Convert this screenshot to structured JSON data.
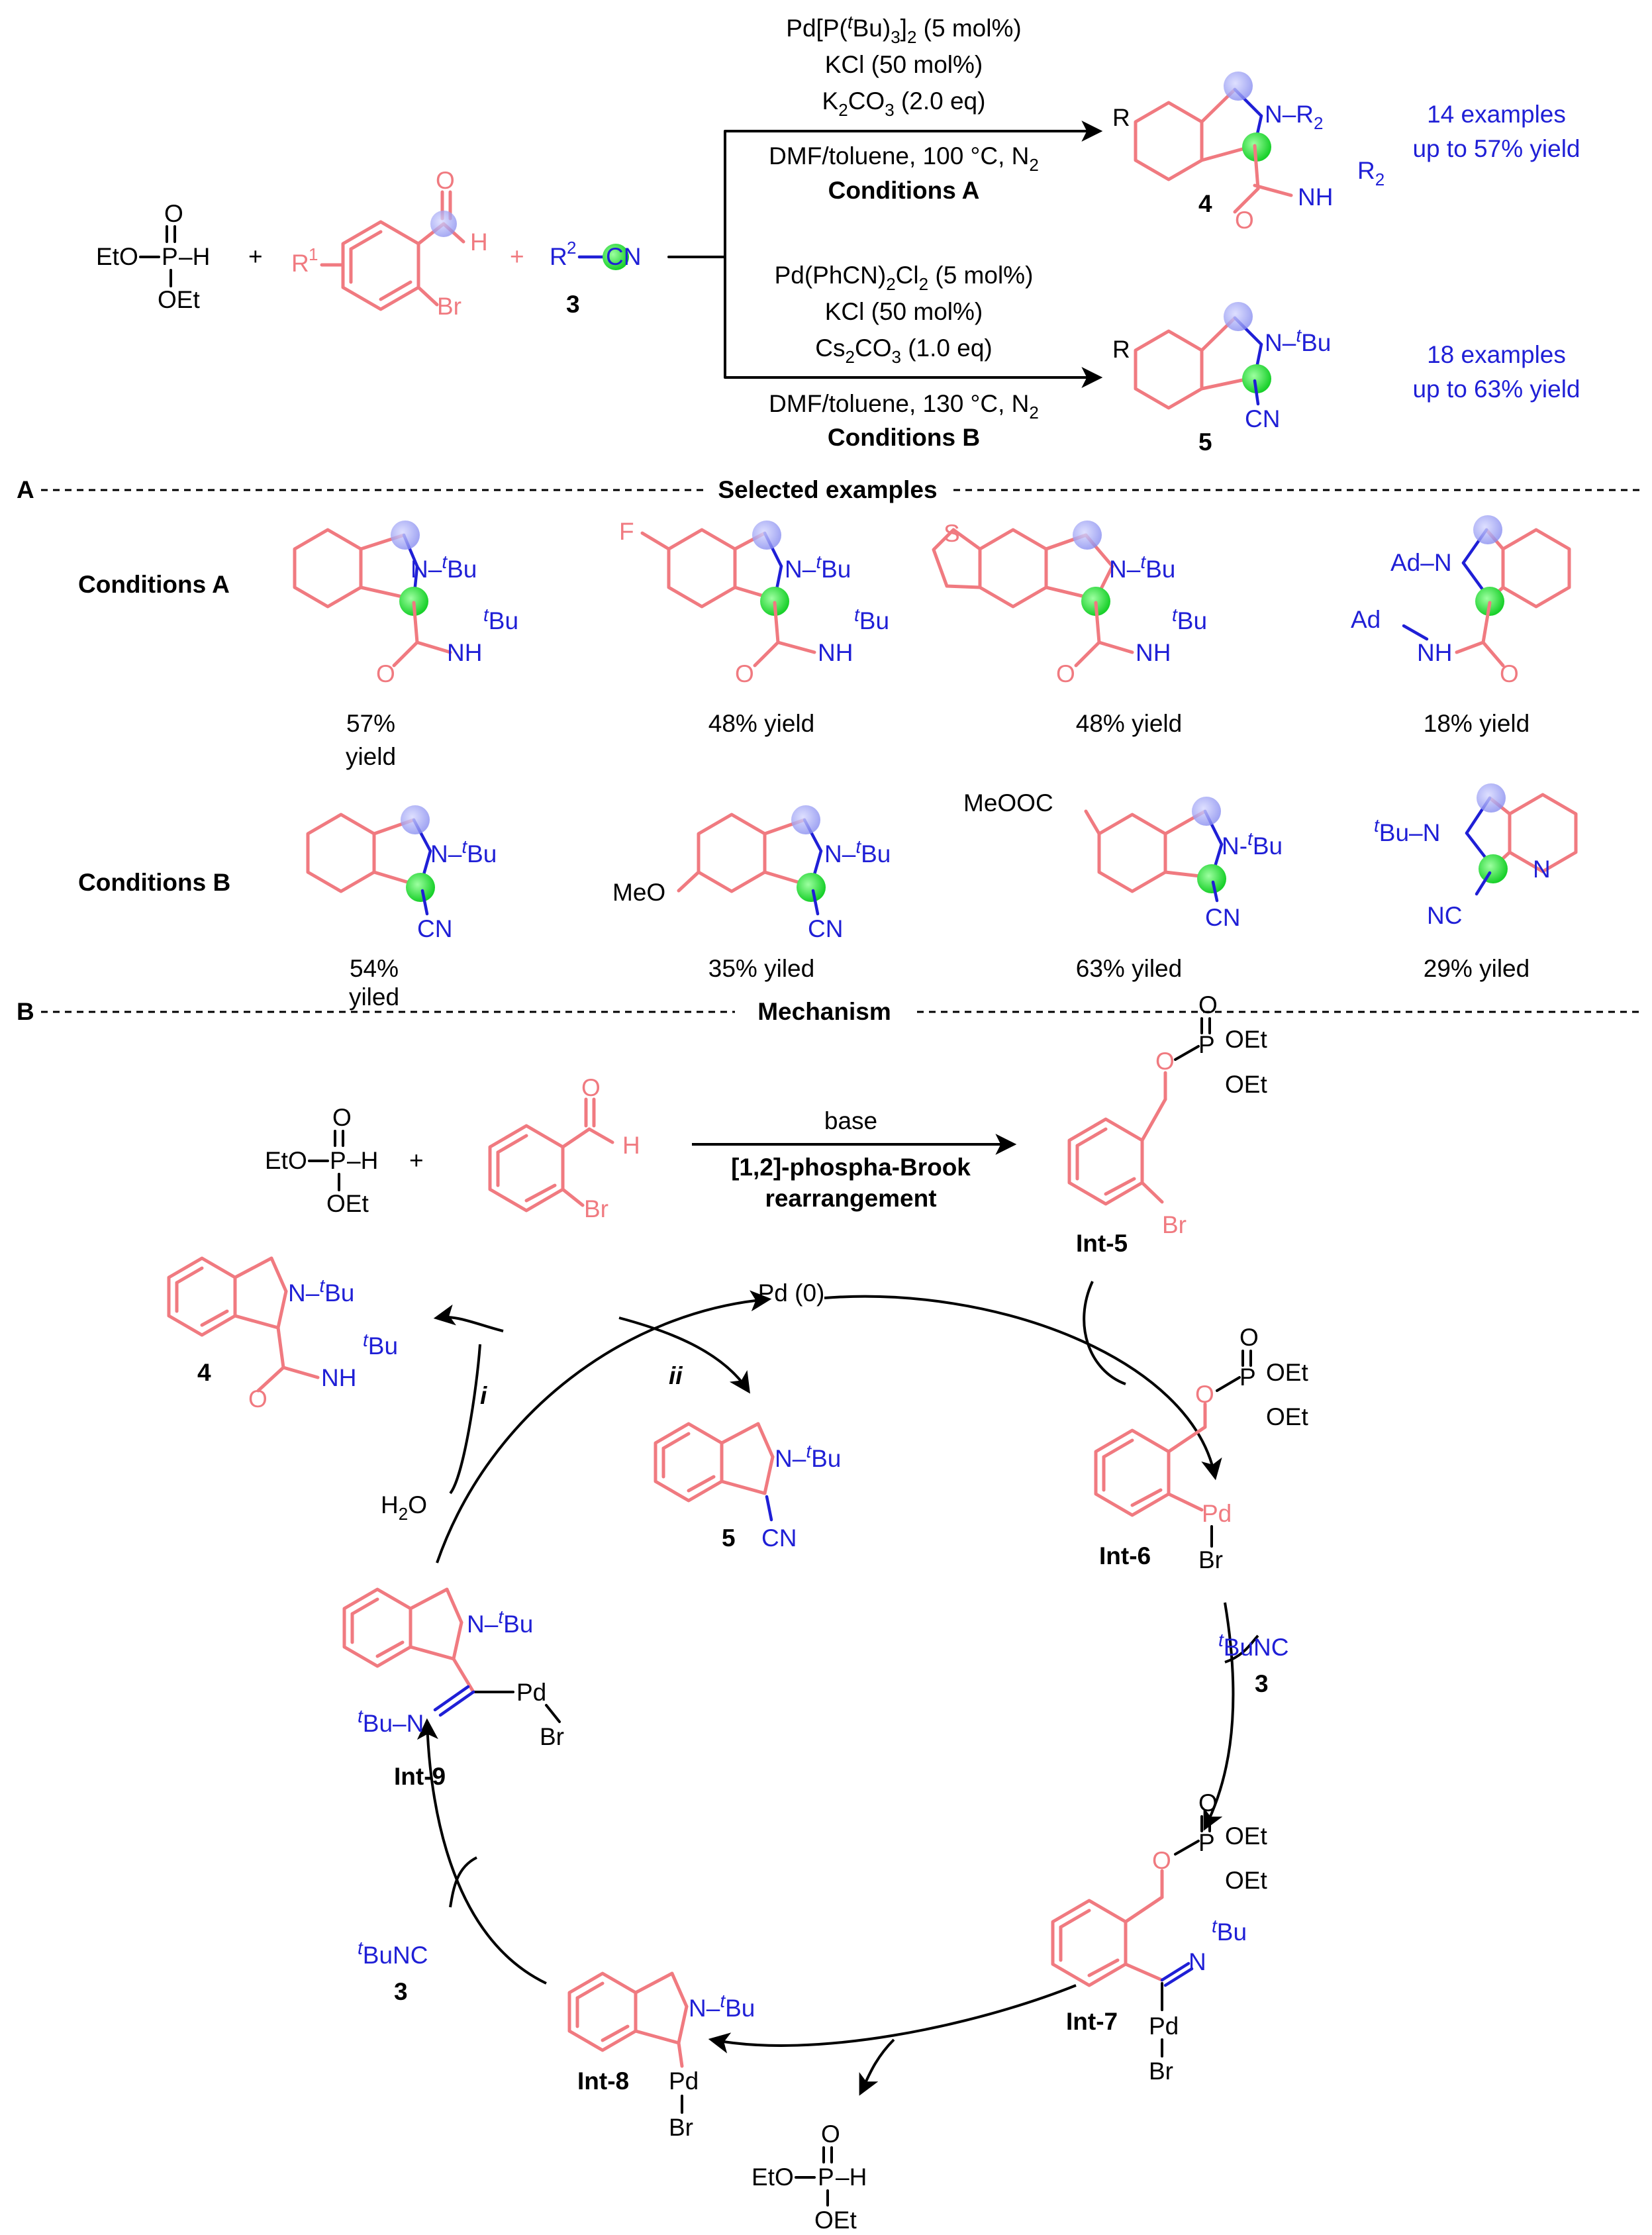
{
  "top": {
    "reagent_phosphite": {
      "o": "O",
      "p": "P",
      "h": "–H",
      "eto": "EtO",
      "oet": "OEt"
    },
    "plus": "+",
    "aldehyde": {
      "r": "R",
      "r_sup": "1",
      "o": "O",
      "h": "H",
      "br": "Br"
    },
    "isocyanide": {
      "r": "R",
      "r_sup": "2",
      "cn": "CN",
      "label": "3"
    },
    "conditions_a": {
      "line1": "Pd[P(tBu)3]2 (5 mol%)",
      "line2": "KCl (50 mol%)",
      "line3": "K2CO3 (2.0 eq)",
      "line4": "DMF/toluene, 100 °C, N2",
      "name": "Conditions A"
    },
    "conditions_b": {
      "line1": "Pd(PhCN)2Cl2 (5 mol%)",
      "line2": "KCl (50 mol%)",
      "line3": "Cs2CO3 (1.0 eq)",
      "line4": "DMF/toluene, 130 °C, N2",
      "name": "Conditions B"
    },
    "product4": {
      "label": "4",
      "r": "R",
      "n": "N–R",
      "sub2": "2",
      "nh": "NH",
      "r2": "R",
      "o": "O",
      "examples": "14 examples",
      "yield": "up to 57% yield"
    },
    "product5": {
      "label": "5",
      "r": "R",
      "n": "N–",
      "tbu": "Bu",
      "t": "t",
      "cn": "CN",
      "examples": "18 examples",
      "yield": "up to 63% yield"
    }
  },
  "section_a": {
    "letter": "A",
    "title": "Selected examples",
    "row_a_label": "Conditions A",
    "row_b_label": "Conditions B",
    "yields_a": [
      "57%",
      "yield",
      "48% yield",
      "48% yield",
      "18% yield"
    ],
    "yields_b": [
      "54%",
      "yiled",
      "35% yiled",
      "63% yiled",
      "29% yiled"
    ],
    "labels": {
      "f": "F",
      "s": "S",
      "ad": "Ad",
      "meo": "MeO",
      "meooc": "MeOOC",
      "n": "N",
      "nh": "NH",
      "tbu": "Bu",
      "t": "t",
      "cn": "CN",
      "nc": "NC",
      "o": "O",
      "ndash": "N–",
      "tbun": "Bu–N"
    }
  },
  "section_b": {
    "letter": "B",
    "title": "Mechanism",
    "base": "base",
    "rearr1": "[1,2]-phospha-Brook",
    "rearr2": "rearrangement",
    "pd0": "Pd (0)",
    "h2o": "H2O",
    "step_i": "i",
    "step_ii": "ii",
    "tbunc": "BuNC",
    "three": "3",
    "int5": "Int-5",
    "int6": "Int-6",
    "int7": "Int-7",
    "int8": "Int-8",
    "int9": "Int-9",
    "four": "4",
    "five": "5",
    "pd": "Pd",
    "br": "Br",
    "oet": "OEt",
    "eto": "EtO",
    "p": "P",
    "o": "O",
    "h": "–H"
  }
}
